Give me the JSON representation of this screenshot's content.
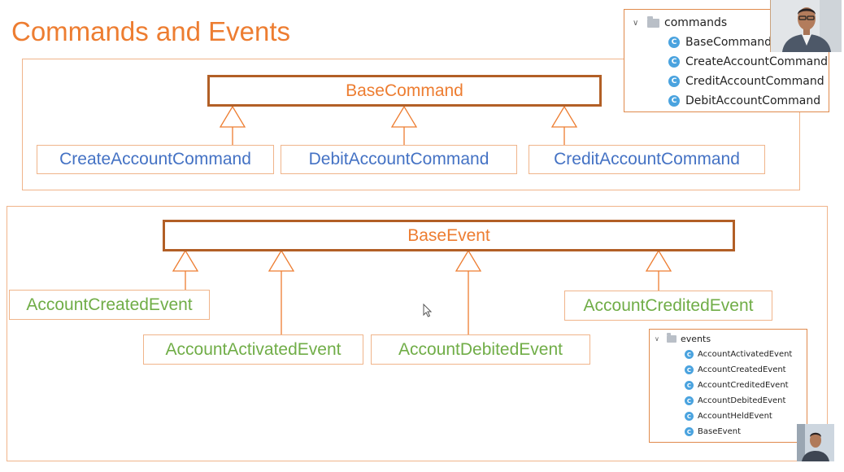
{
  "slide": {
    "title": "Commands and Events"
  },
  "commands": {
    "base": "BaseCommand",
    "children": [
      "CreateAccountCommand",
      "DebitAccountCommand",
      "CreditAccountCommand"
    ]
  },
  "events": {
    "base": "BaseEvent",
    "children": [
      "AccountCreatedEvent",
      "AccountActivatedEvent",
      "AccountDebitedEvent",
      "AccountCreditedEvent"
    ]
  },
  "commands_tree": {
    "folder": "commands",
    "icon": "class-icon",
    "icon_letter": "C",
    "items": [
      "BaseCommand",
      "CreateAccountCommand",
      "CreditAccountCommand",
      "DebitAccountCommand"
    ]
  },
  "events_tree": {
    "folder": "events",
    "icon": "class-icon",
    "icon_letter": "C",
    "items": [
      "AccountActivatedEvent",
      "AccountCreatedEvent",
      "AccountCreditedEvent",
      "AccountDebitedEvent",
      "AccountHeldEvent",
      "BaseEvent"
    ]
  },
  "colors": {
    "title": "#ed7d31",
    "base_border": "#b25f26",
    "panel_border": "#f0b48a",
    "command_text": "#4472c4",
    "event_text": "#70ad47",
    "class_icon": "#4aa3df"
  }
}
